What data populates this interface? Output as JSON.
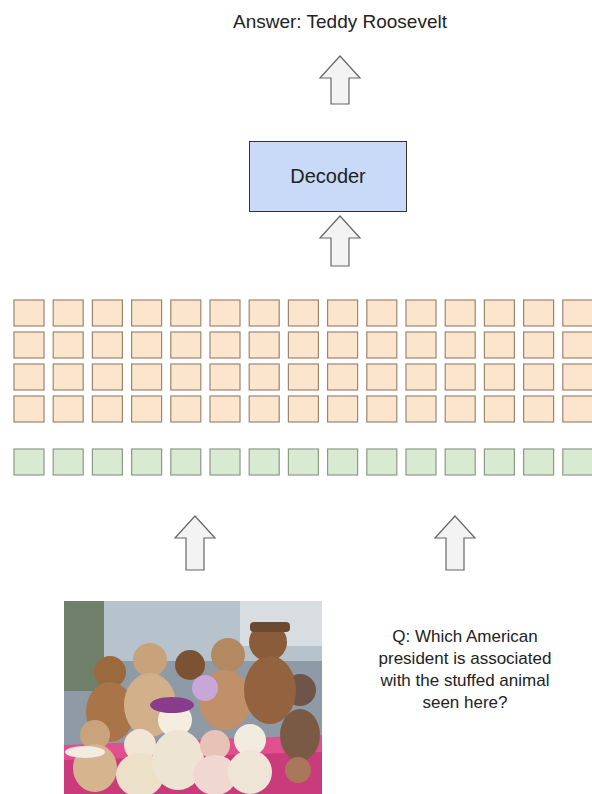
{
  "diagram": {
    "nodes": [
      {
        "text": [
          "Decoder"
        ]
      }
    ],
    "labels": [
      "Answer: Teddy Roosevelt",
      "Q: Which American president is associated with the stuffed animal seen here?"
    ]
  }
}
